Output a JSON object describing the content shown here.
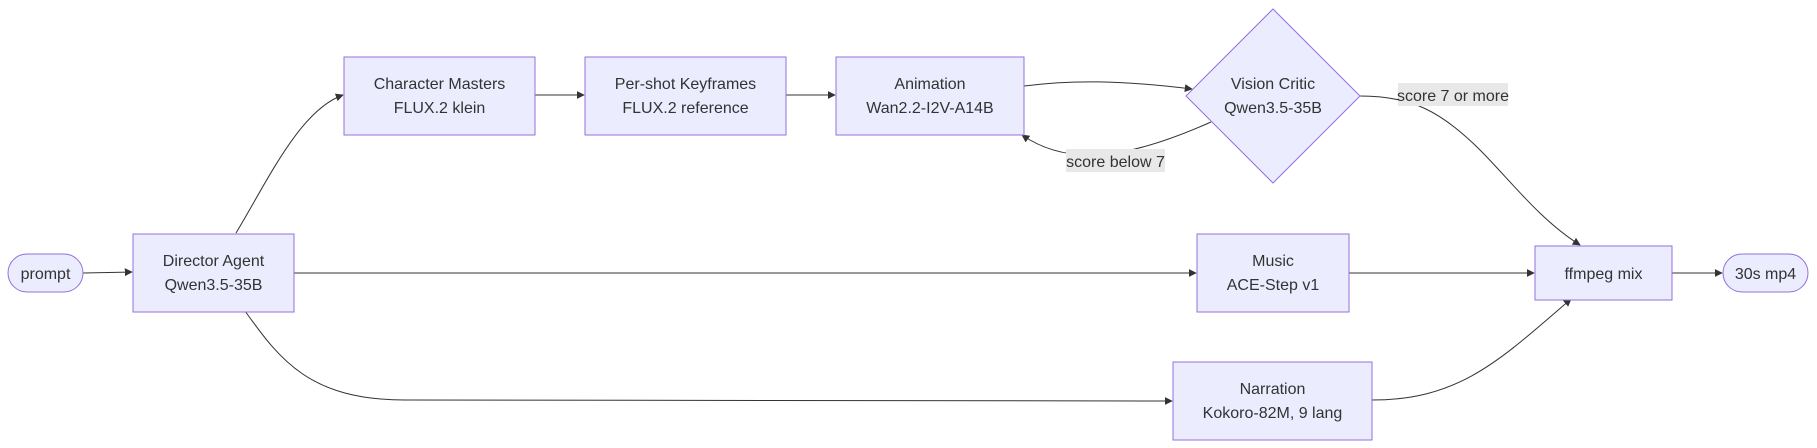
{
  "nodes": {
    "prompt": {
      "label": "prompt"
    },
    "director": {
      "line1": "Director Agent",
      "line2": "Qwen3.5-35B"
    },
    "character_masters": {
      "line1": "Character Masters",
      "line2": "FLUX.2 klein"
    },
    "keyframes": {
      "line1": "Per-shot Keyframes",
      "line2": "FLUX.2 reference"
    },
    "animation": {
      "line1": "Animation",
      "line2": "Wan2.2-I2V-A14B"
    },
    "critic": {
      "line1": "Vision Critic",
      "line2": "Qwen3.5-35B"
    },
    "music": {
      "line1": "Music",
      "line2": "ACE-Step v1"
    },
    "narration": {
      "line1": "Narration",
      "line2": "Kokoro-82M, 9 lang"
    },
    "mix": {
      "label": "ffmpeg mix"
    },
    "output": {
      "label": "30s mp4"
    }
  },
  "edges": {
    "score_pass": "score 7 or more",
    "score_fail": "score below 7"
  },
  "colors": {
    "node_fill": "#ECECFF",
    "node_stroke": "#9370DB",
    "edge": "#333333",
    "text": "#333333",
    "edge_label_bg": "#e8e8e8"
  }
}
